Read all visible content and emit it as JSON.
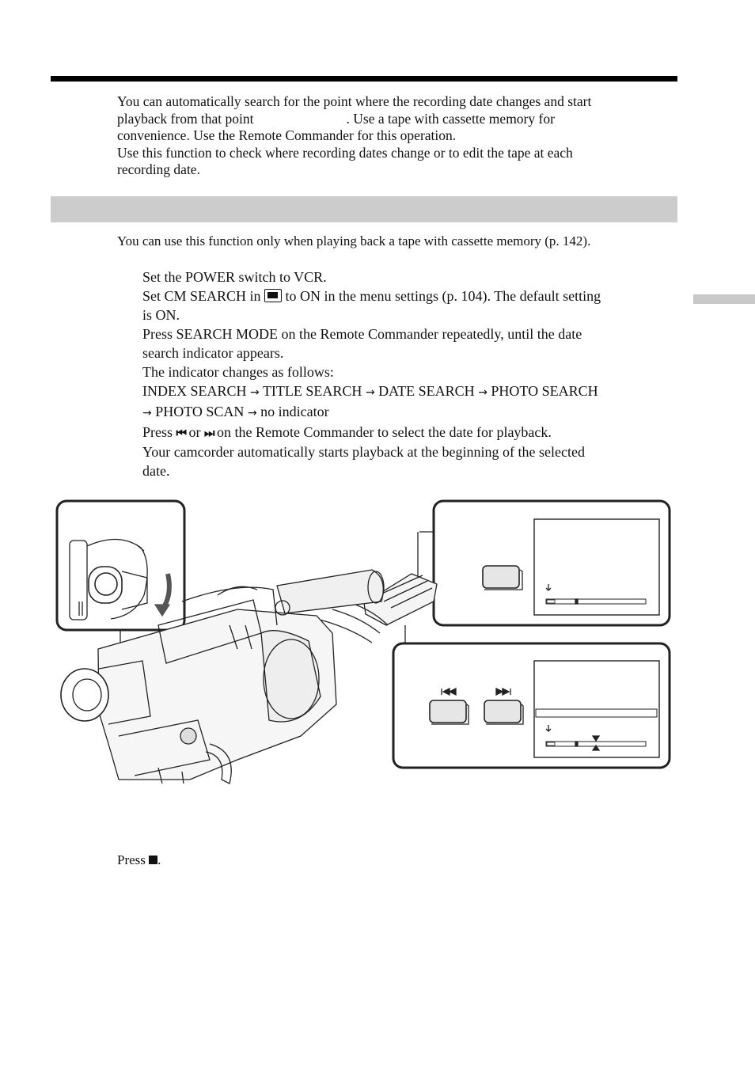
{
  "intro": {
    "line1": "You can automatically search for the point where the recording date changes and start",
    "line2a": "playback from that point",
    "line2b": ". Use a tape with cassette memory for",
    "line3": "convenience. Use the Remote Commander for this operation.",
    "line4": "Use this function to check where recording dates change or to edit the tape at each",
    "line5": "recording date."
  },
  "note": "You can use this function only when playing back a tape with cassette memory (p. 142).",
  "steps": {
    "s1": "Set the POWER switch to VCR.",
    "s2a": "Set CM SEARCH in",
    "s2b": "to ON in the menu settings (p. 104). The default setting",
    "s2c": "is ON.",
    "s3a": "Press SEARCH MODE on the Remote Commander repeatedly, until the date",
    "s3b": "search indicator appears.",
    "s3c": "The indicator changes as follows:",
    "seq1": [
      "INDEX SEARCH",
      "TITLE SEARCH",
      "DATE SEARCH",
      "PHOTO SEARCH"
    ],
    "seq2": [
      "PHOTO SCAN",
      "no indicator"
    ],
    "s4a": "Press",
    "s4b": "or",
    "s4c": "on the Remote Commander to select the date for playback.",
    "s4d": "Your camcorder automatically starts playback at the beginning of the selected",
    "s4e": "date."
  },
  "icons": {
    "arrow": "right-arrow-icon",
    "prev": "previous-skip-icon",
    "next": "next-skip-icon",
    "cm": "cassette-memory-icon",
    "stop": "stop-icon"
  },
  "glyphs": {
    "arrow": "→",
    "prev": "⏮",
    "next": "⏭"
  },
  "press_stop": "Press",
  "colors": {
    "band": "#cccccc",
    "rule": "#000000"
  }
}
